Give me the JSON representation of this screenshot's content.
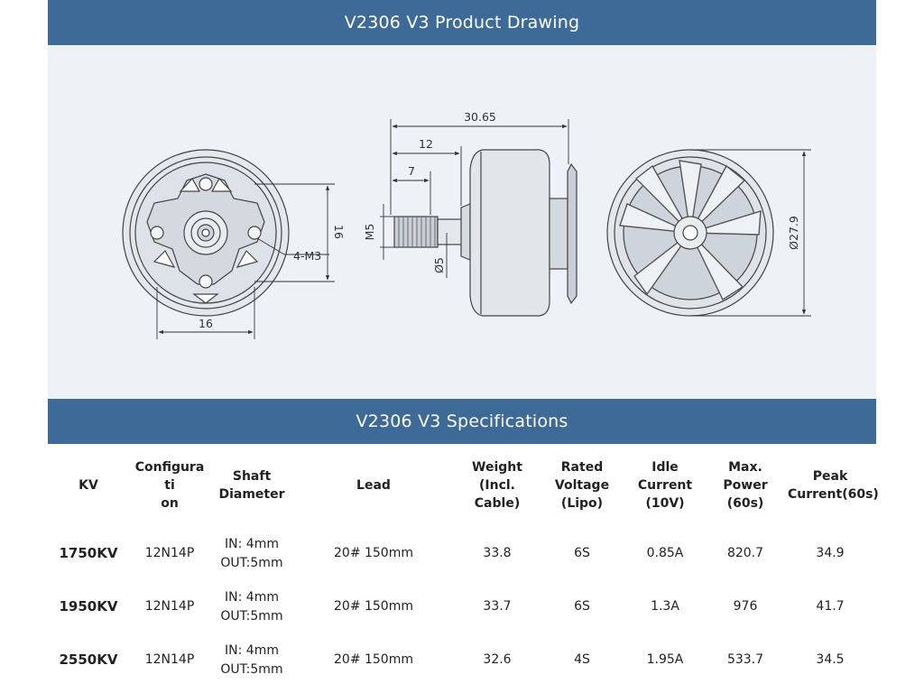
{
  "drawing": {
    "title": "V2306 V3 Product Drawing",
    "dims": {
      "total_length": "30.65",
      "length_12": "12",
      "length_7": "7",
      "thread": "M5",
      "shaft_dia": "Ø5",
      "bolt_circle": "16",
      "bolt_spacing": "16",
      "mount_holes": "4-M3",
      "bell_dia": "Ø27.9"
    }
  },
  "specs": {
    "title": "V2306 V3 Specifications",
    "headers": [
      {
        "l1": "KV"
      },
      {
        "l1": "Configurati",
        "l2": "on"
      },
      {
        "l1": "Shaft",
        "l2": "Diameter"
      },
      {
        "l1": "Lead"
      },
      {
        "l1": "Weight",
        "l2": "(Incl.",
        "l3": "Cable)"
      },
      {
        "l1": "Rated",
        "l2": "Voltage",
        "l3": "(Lipo)"
      },
      {
        "l1": "Idle",
        "l2": "Current",
        "l3": "(10V)"
      },
      {
        "l1": "Max.",
        "l2": "Power",
        "l3": "(60s)"
      },
      {
        "l1": "Peak",
        "l2": "Current(60s)"
      }
    ],
    "rows": [
      {
        "kv": "1750KV",
        "config": "12N14P",
        "shaft_in": "IN: 4mm",
        "shaft_out": "OUT:5mm",
        "lead": "20# 150mm",
        "weight": "33.8",
        "voltage": "6S",
        "idle": "0.85A",
        "power": "820.7",
        "peak": "34.9"
      },
      {
        "kv": "1950KV",
        "config": "12N14P",
        "shaft_in": "IN: 4mm",
        "shaft_out": "OUT:5mm",
        "lead": "20# 150mm",
        "weight": "33.7",
        "voltage": "6S",
        "idle": "1.3A",
        "power": "976",
        "peak": "41.7"
      },
      {
        "kv": "2550KV",
        "config": "12N14P",
        "shaft_in": "IN: 4mm",
        "shaft_out": "OUT:5mm",
        "lead": "20# 150mm",
        "weight": "32.6",
        "voltage": "4S",
        "idle": "1.95A",
        "power": "533.7",
        "peak": "34.5"
      }
    ]
  }
}
